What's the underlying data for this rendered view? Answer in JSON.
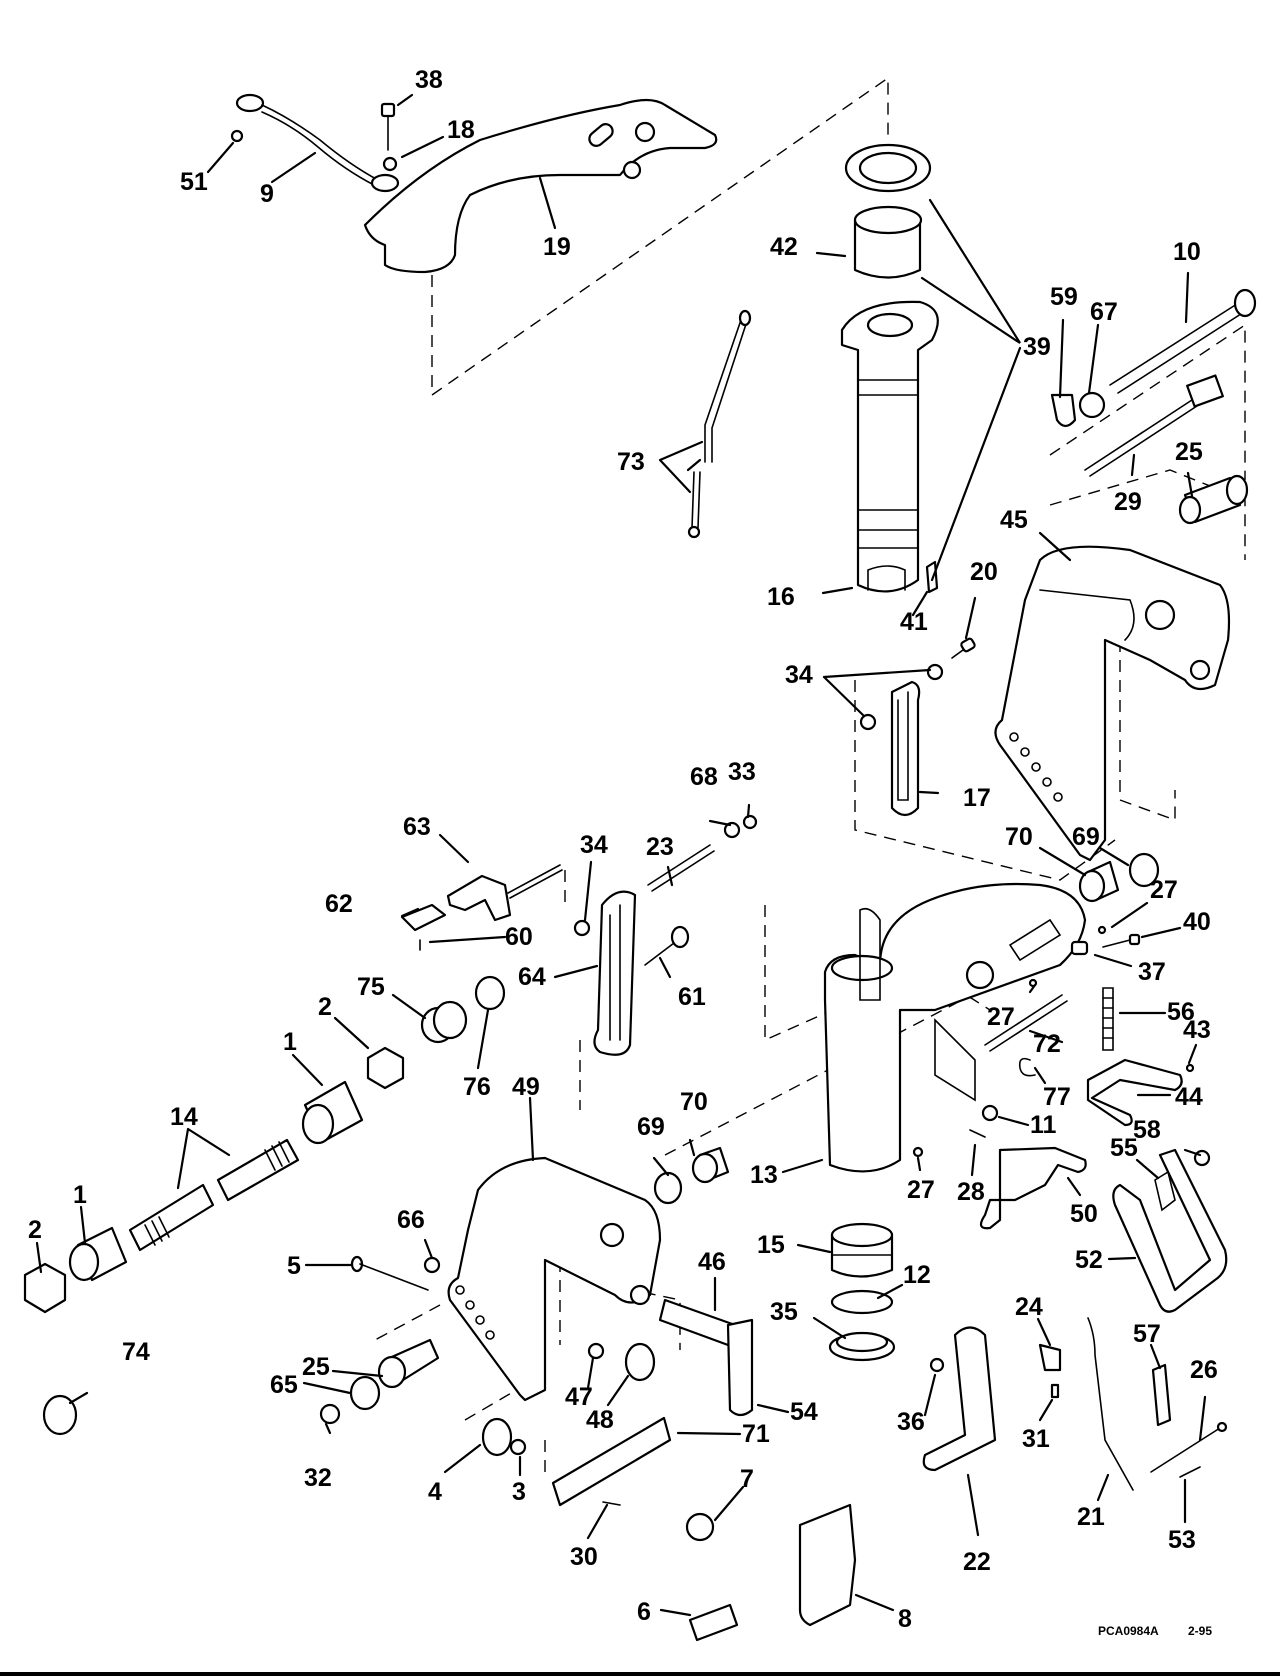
{
  "figure": {
    "type": "exploded-parts-diagram",
    "subject": "outboard motor swivel / stern bracket assembly",
    "drawing_code": "PCA0984A",
    "revision_date": "2-95"
  },
  "callouts": [
    {
      "id": "c38",
      "label": "38"
    },
    {
      "id": "c18",
      "label": "18"
    },
    {
      "id": "c51",
      "label": "51"
    },
    {
      "id": "c9",
      "label": "9"
    },
    {
      "id": "c19",
      "label": "19"
    },
    {
      "id": "c42",
      "label": "42"
    },
    {
      "id": "c39",
      "label": "39"
    },
    {
      "id": "c10",
      "label": "10"
    },
    {
      "id": "c59",
      "label": "59"
    },
    {
      "id": "c67",
      "label": "67"
    },
    {
      "id": "c29",
      "label": "29"
    },
    {
      "id": "c25a",
      "label": "25"
    },
    {
      "id": "c73",
      "label": "73"
    },
    {
      "id": "c16",
      "label": "16"
    },
    {
      "id": "c41",
      "label": "41"
    },
    {
      "id": "c45",
      "label": "45"
    },
    {
      "id": "c20",
      "label": "20"
    },
    {
      "id": "c34a",
      "label": "34"
    },
    {
      "id": "c17",
      "label": "17"
    },
    {
      "id": "c69a",
      "label": "69"
    },
    {
      "id": "c70a",
      "label": "70"
    },
    {
      "id": "c27a",
      "label": "27"
    },
    {
      "id": "c40",
      "label": "40"
    },
    {
      "id": "c37",
      "label": "37"
    },
    {
      "id": "c27b",
      "label": "27"
    },
    {
      "id": "c56",
      "label": "56"
    },
    {
      "id": "c72",
      "label": "72"
    },
    {
      "id": "c43",
      "label": "43"
    },
    {
      "id": "c77",
      "label": "77"
    },
    {
      "id": "c44",
      "label": "44"
    },
    {
      "id": "c11",
      "label": "11"
    },
    {
      "id": "c58",
      "label": "58"
    },
    {
      "id": "c55",
      "label": "55"
    },
    {
      "id": "c13",
      "label": "13"
    },
    {
      "id": "c27c",
      "label": "27"
    },
    {
      "id": "c28",
      "label": "28"
    },
    {
      "id": "c50",
      "label": "50"
    },
    {
      "id": "c52",
      "label": "52"
    },
    {
      "id": "c63",
      "label": "63"
    },
    {
      "id": "c62",
      "label": "62"
    },
    {
      "id": "c60",
      "label": "60"
    },
    {
      "id": "c34b",
      "label": "34"
    },
    {
      "id": "c23",
      "label": "23"
    },
    {
      "id": "c68",
      "label": "68"
    },
    {
      "id": "c33",
      "label": "33"
    },
    {
      "id": "c64",
      "label": "64"
    },
    {
      "id": "c61",
      "label": "61"
    },
    {
      "id": "c75",
      "label": "75"
    },
    {
      "id": "c2a",
      "label": "2"
    },
    {
      "id": "c76",
      "label": "76"
    },
    {
      "id": "c1a",
      "label": "1"
    },
    {
      "id": "c14",
      "label": "14"
    },
    {
      "id": "c49",
      "label": "49"
    },
    {
      "id": "c69b",
      "label": "69"
    },
    {
      "id": "c70b",
      "label": "70"
    },
    {
      "id": "c1b",
      "label": "1"
    },
    {
      "id": "c2b",
      "label": "2"
    },
    {
      "id": "c66",
      "label": "66"
    },
    {
      "id": "c5",
      "label": "5"
    },
    {
      "id": "c15",
      "label": "15"
    },
    {
      "id": "c12",
      "label": "12"
    },
    {
      "id": "c35",
      "label": "35"
    },
    {
      "id": "c46",
      "label": "46"
    },
    {
      "id": "c24",
      "label": "24"
    },
    {
      "id": "c57",
      "label": "57"
    },
    {
      "id": "c26",
      "label": "26"
    },
    {
      "id": "c25b",
      "label": "25"
    },
    {
      "id": "c74",
      "label": "74"
    },
    {
      "id": "c65",
      "label": "65"
    },
    {
      "id": "c32",
      "label": "32"
    },
    {
      "id": "c47",
      "label": "47"
    },
    {
      "id": "c48",
      "label": "48"
    },
    {
      "id": "c54",
      "label": "54"
    },
    {
      "id": "c71",
      "label": "71"
    },
    {
      "id": "c36",
      "label": "36"
    },
    {
      "id": "c31",
      "label": "31"
    },
    {
      "id": "c4",
      "label": "4"
    },
    {
      "id": "c3",
      "label": "3"
    },
    {
      "id": "c7",
      "label": "7"
    },
    {
      "id": "c21",
      "label": "21"
    },
    {
      "id": "c53",
      "label": "53"
    },
    {
      "id": "c30",
      "label": "30"
    },
    {
      "id": "c22",
      "label": "22"
    },
    {
      "id": "c6",
      "label": "6"
    },
    {
      "id": "c8",
      "label": "8"
    }
  ]
}
